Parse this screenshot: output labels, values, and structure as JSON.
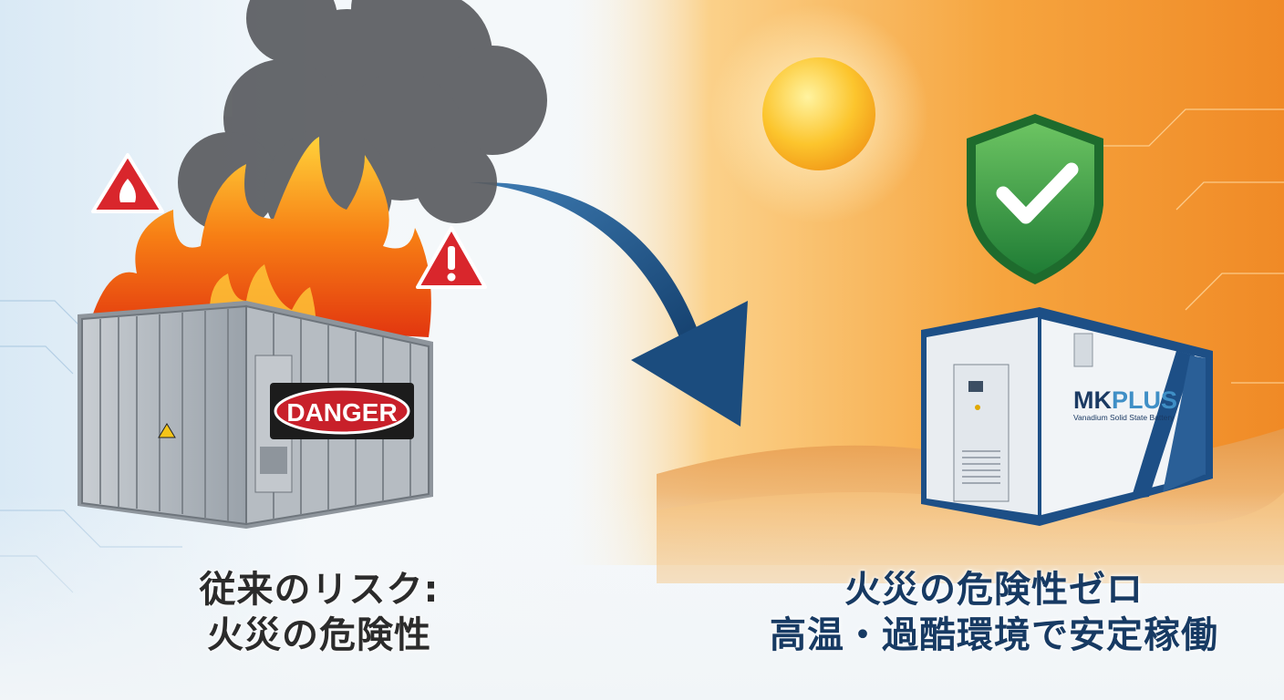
{
  "left_panel": {
    "caption_line1": "従来のリスク:",
    "caption_line2": "火災の危険性",
    "danger_sign": "DANGER",
    "icons": [
      "fire-warning-icon",
      "exclamation-warning-icon"
    ]
  },
  "right_panel": {
    "caption_line1": "火災の危険性ゼロ",
    "caption_line2": "高温・過酷環境で安定稼働",
    "brand_mk": "MK",
    "brand_plus": "PLUS",
    "brand_subtitle": "Vanadium Solid State Battery",
    "icons": [
      "sun-icon",
      "shield-check-icon"
    ]
  },
  "colors": {
    "orange": "#f29a2e",
    "navy": "#1d4f86",
    "danger_red": "#c8202a",
    "shield_green": "#3aa84a"
  }
}
